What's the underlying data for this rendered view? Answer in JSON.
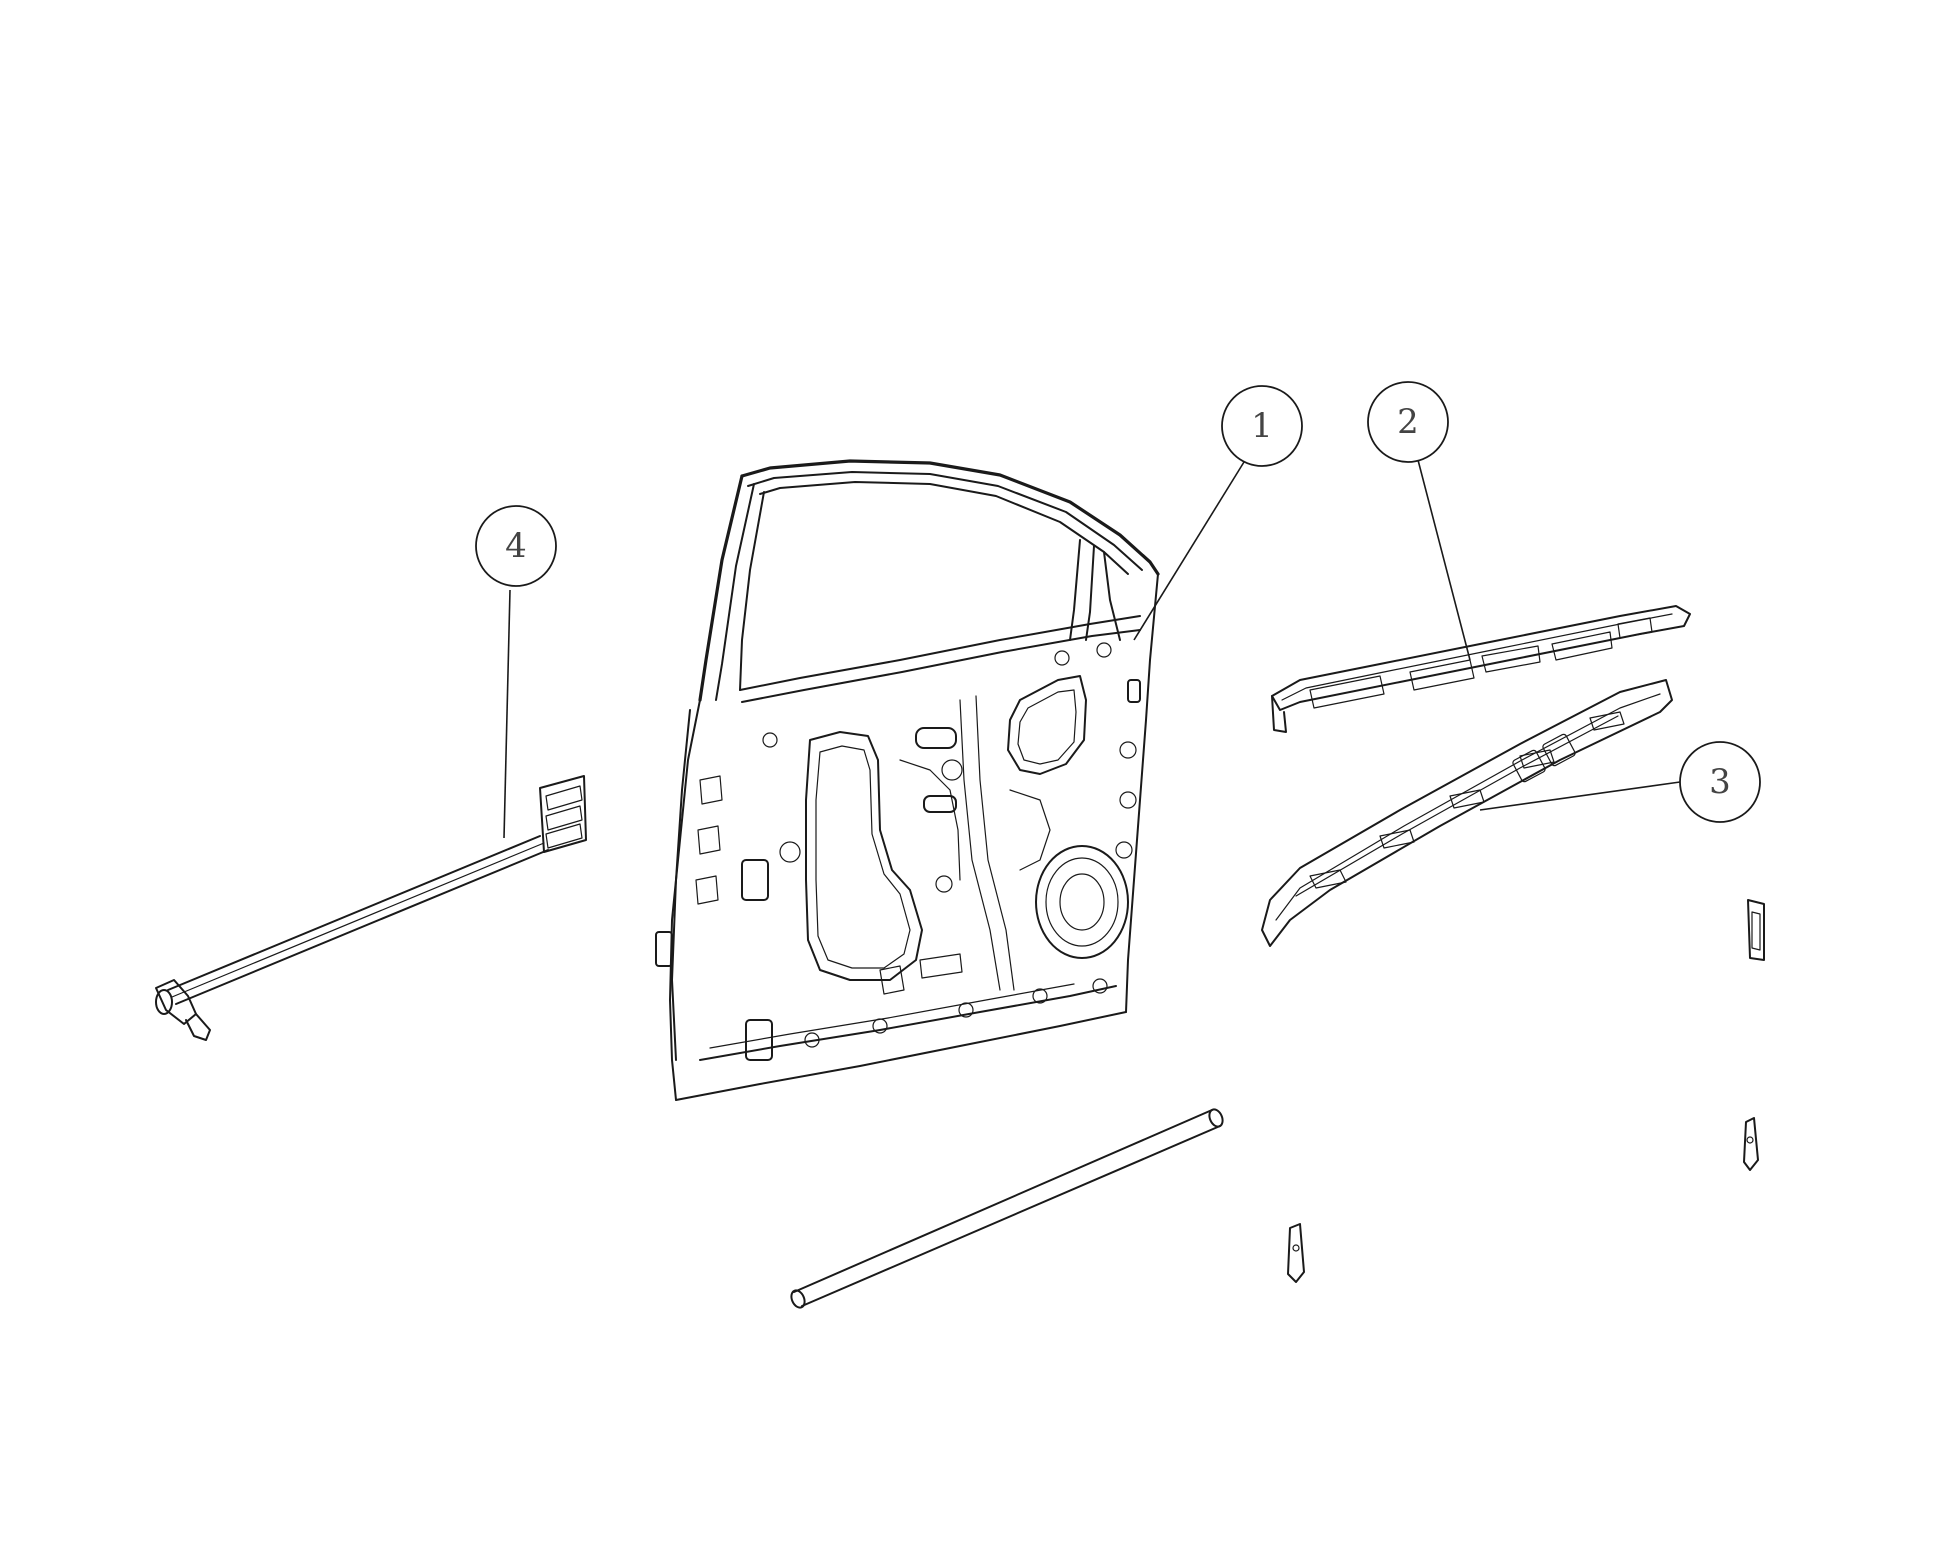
{
  "diagram": {
    "colors": {
      "background": "#ffffff",
      "line": "#1a1a1a",
      "callout_text": "#444444"
    },
    "callouts": [
      {
        "id": "1",
        "label": "1"
      },
      {
        "id": "2",
        "label": "2"
      },
      {
        "id": "3",
        "label": "3"
      },
      {
        "id": "4",
        "label": "4"
      }
    ]
  }
}
